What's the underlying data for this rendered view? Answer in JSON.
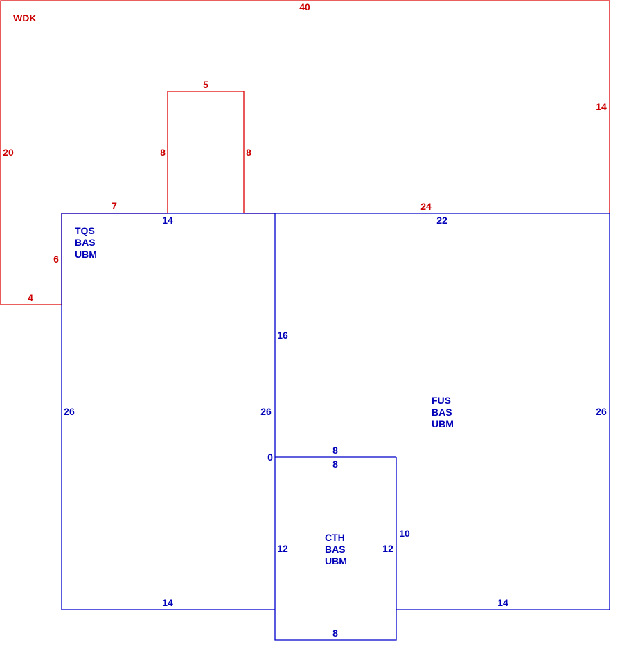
{
  "colors": {
    "deck": "#cc0000",
    "living": "#0000b8"
  },
  "deck": {
    "code": "WDK",
    "dims": {
      "top": "40",
      "right": "14",
      "left": "20",
      "bottom_left": "4",
      "inner_vertical": "6",
      "top_segment_left": "7",
      "bump_top": "5",
      "bump_left": "8",
      "bump_right": "8",
      "top_segment_right": "24"
    }
  },
  "areas": [
    {
      "id": "tqs",
      "codes": [
        "TQS",
        "BAS",
        "UBM"
      ],
      "dims": {
        "top": "14",
        "left": "26",
        "right": "26",
        "bottom": "14"
      }
    },
    {
      "id": "fus",
      "codes": [
        "FUS",
        "BAS",
        "UBM"
      ],
      "dims": {
        "top": "22",
        "left": "16",
        "right": "26",
        "bottom": "14",
        "notch_height": "10"
      }
    },
    {
      "id": "cth",
      "codes": [
        "CTH",
        "BAS",
        "UBM"
      ],
      "dims": {
        "top_outer": "8",
        "top_inner": "8",
        "corner": "0",
        "left": "12",
        "right": "12",
        "bottom": "8"
      }
    }
  ]
}
